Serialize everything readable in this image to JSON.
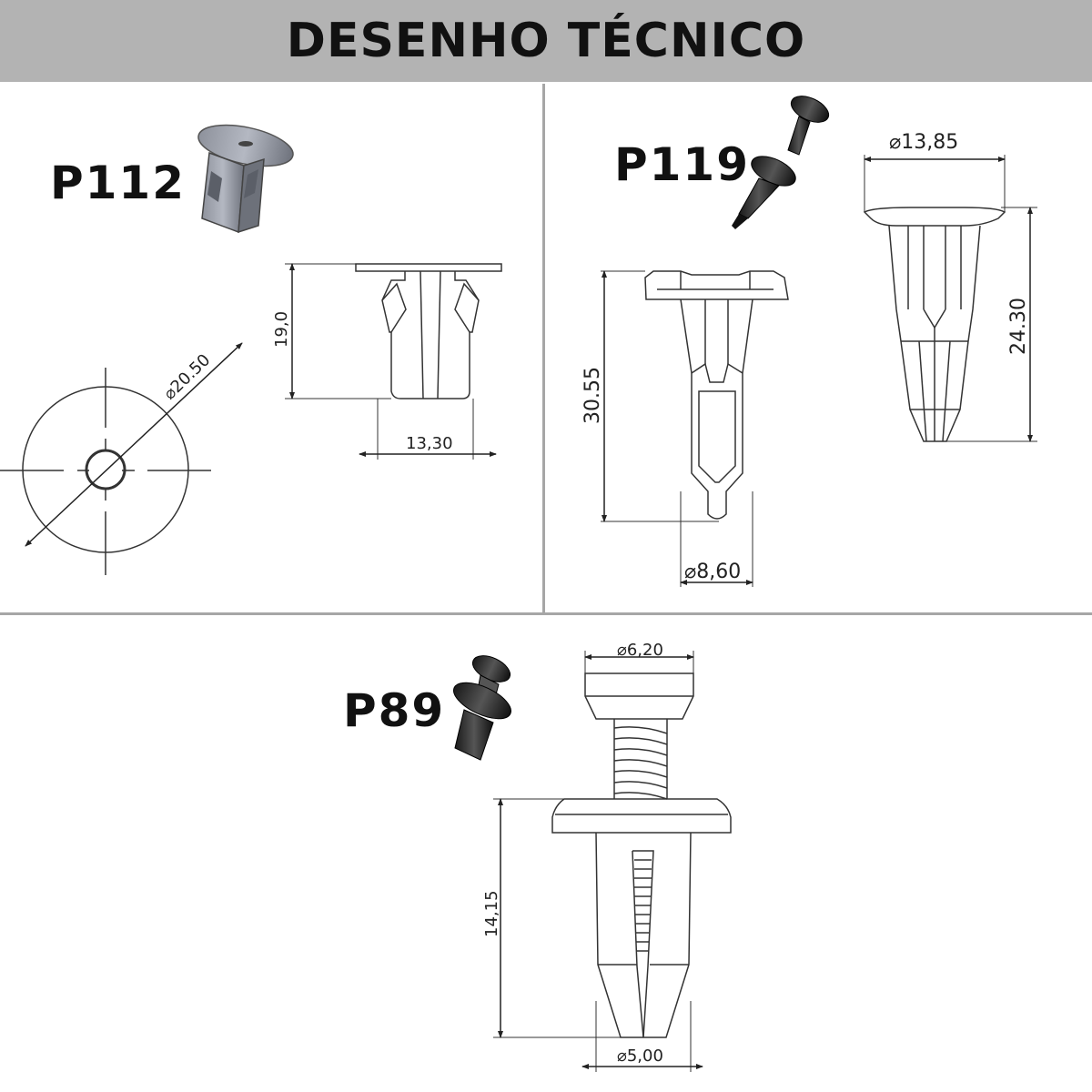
{
  "header": {
    "title": "DESENHO TÉCNICO"
  },
  "parts": {
    "p112": {
      "label": "P112",
      "dims": {
        "diameter": "20.50",
        "height": "19,0",
        "width": "13,30"
      }
    },
    "p119": {
      "label": "P119",
      "dims": {
        "head_diameter": "13,85",
        "height_left": "30.55",
        "body_diameter": "8,60",
        "height_right": "24.30"
      }
    },
    "p89": {
      "label": "P89",
      "dims": {
        "head_diameter": "6,20",
        "height": "14,15",
        "tip_diameter": "5,00"
      }
    }
  },
  "colors": {
    "header_bg": "#b3b3b3",
    "divider": "#a6a6a6",
    "line": "#333333"
  }
}
